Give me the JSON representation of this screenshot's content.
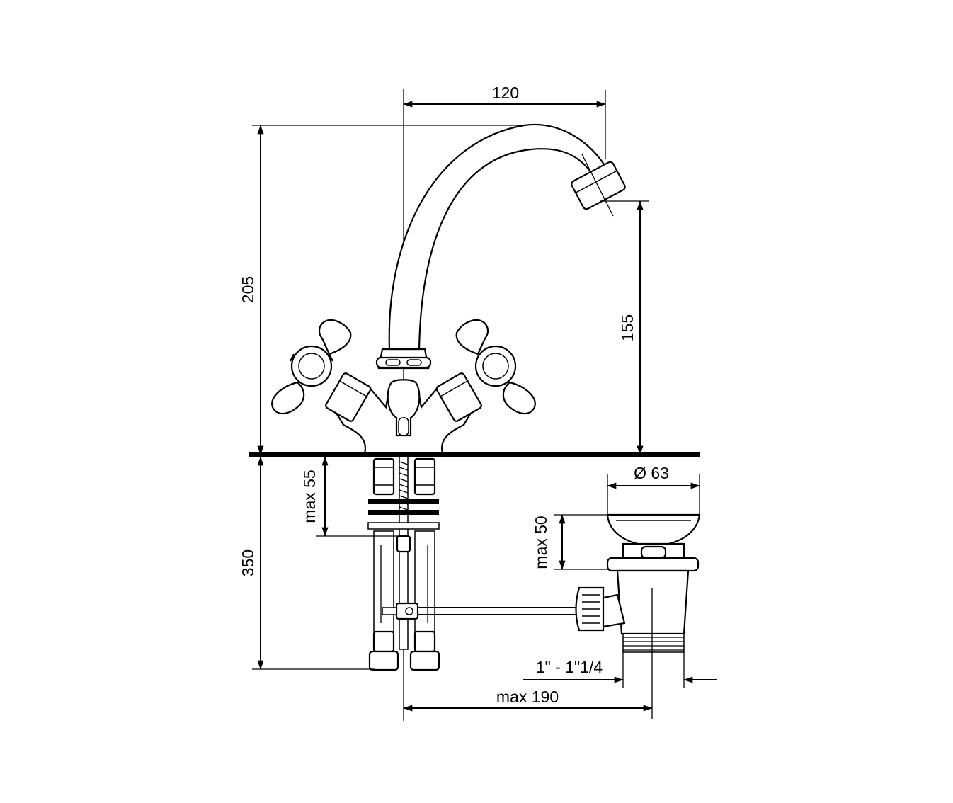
{
  "dimensions": {
    "spout_reach": "120",
    "total_height": "205",
    "spout_height": "155",
    "deck_thickness_max": "max 55",
    "hose_length": "350",
    "drain_diameter": "Ø 63",
    "drain_max_height": "max 50",
    "drain_thread": "1\" - 1\"1/4",
    "rod_max_length": "max 190"
  },
  "colors": {
    "line": "#000000",
    "background": "#ffffff"
  }
}
